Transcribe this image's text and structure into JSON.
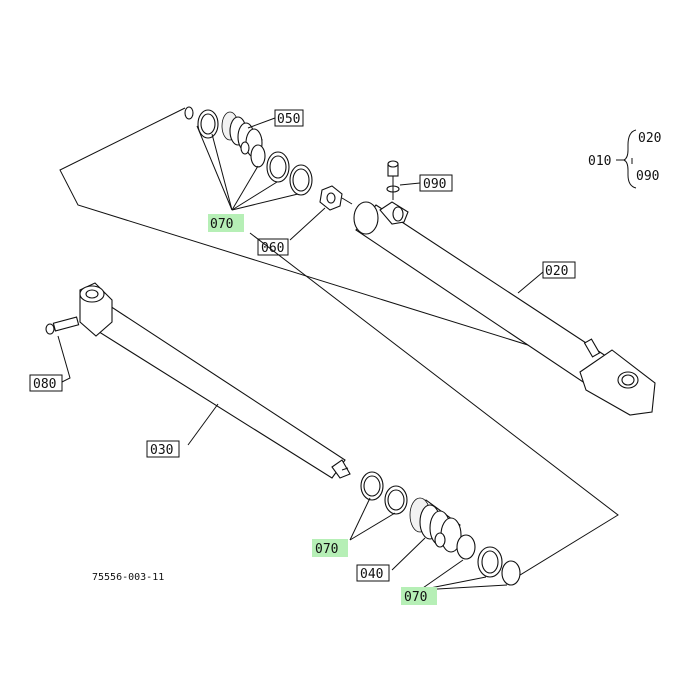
{
  "diagram": {
    "drawing_number": "75556-003-11",
    "labels": {
      "p010": "010",
      "p020": "020",
      "p020_main": "020",
      "p030": "030",
      "p040": "040",
      "p050": "050",
      "p060": "060",
      "p070_top": "070",
      "p070_mid": "070",
      "p070_bottom": "070",
      "p080": "080",
      "p090_tree": "090",
      "p090": "090"
    },
    "highlight_color": "#b6efb6"
  }
}
